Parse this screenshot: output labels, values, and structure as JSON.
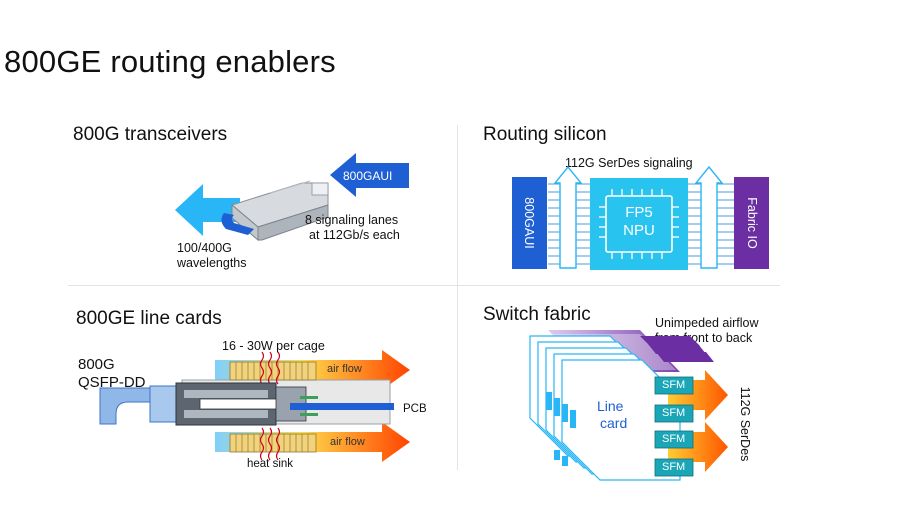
{
  "slide": {
    "title": "800GE routing enablers"
  },
  "quadrants": {
    "transceivers": {
      "title": "800G transceivers",
      "input_arrow_label": "800GAUI",
      "lanes_line1": "8 signaling lanes",
      "lanes_line2": "at 112Gb/s each",
      "wavelength_line1": "100/400G",
      "wavelength_line2": "wavelengths"
    },
    "silicon": {
      "title": "Routing silicon",
      "serdes_label": "112G SerDes signaling",
      "left_bar_label": "800GAUI",
      "chip_line1": "FP5",
      "chip_line2": "NPU",
      "right_bar_label": "Fabric IO"
    },
    "linecards": {
      "title": "800GE line cards",
      "power_label": "16 - 30W per cage",
      "module_line1": "800G",
      "module_line2": "QSFP-DD",
      "airflow_top": "air flow",
      "airflow_bottom": "air flow",
      "pcb_label": "PCB",
      "heatsink_label": "heat sink"
    },
    "fabric": {
      "title": "Switch fabric",
      "airflow_line1": "Unimpeded airflow",
      "airflow_line2": "from front to back",
      "linecard_line1": "Line",
      "linecard_line2": "card",
      "sfm_labels": [
        "SFM",
        "SFM",
        "SFM",
        "SFM"
      ],
      "serdes_label": "112G SerDes"
    }
  },
  "colors": {
    "cyan": "#29b6f6",
    "cyan_light": "#9fe3fb",
    "blue": "#1e5fd4",
    "purple": "#6b2fa3",
    "teal": "#1aa6b7",
    "orange": "#ff6a00",
    "heatsink": "#f2d27a"
  }
}
